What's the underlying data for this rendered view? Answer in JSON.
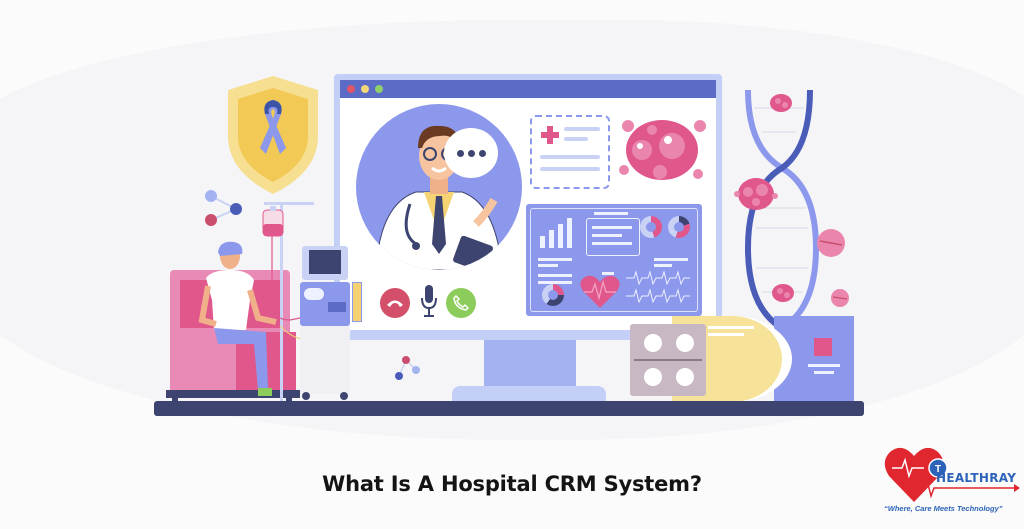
{
  "page": {
    "title": "What Is A Hospital CRM System?"
  },
  "logo": {
    "brand": "HEALTHRAY",
    "tagline": "“Where, Care Meets Technology”",
    "colors": {
      "heart": "#e0262e",
      "text": "#2d63b8",
      "badge": "#2d63b8"
    }
  },
  "illustration": {
    "monitor": {
      "window_dots": [
        "#e0566b",
        "#f2d77a",
        "#8fcf6a"
      ],
      "call_controls": [
        {
          "name": "end-call",
          "glyph": "☎",
          "color": "#d4506a"
        },
        {
          "name": "microphone",
          "glyph": "",
          "color": "#3d4470"
        },
        {
          "name": "answer-call",
          "glyph": "✆",
          "color": "#8ccc5a"
        }
      ],
      "speech_bubble": "…"
    },
    "colors": {
      "primary": "#8c98ec",
      "dark": "#3d4470",
      "accent_pink": "#e0578c",
      "accent_yellow": "#f5d272",
      "light": "#c4cff7"
    }
  }
}
